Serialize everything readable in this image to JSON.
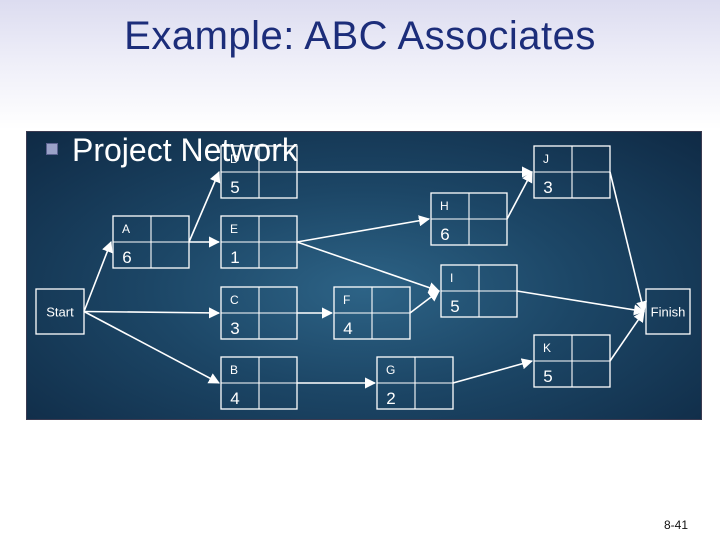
{
  "title": "Example:  ABC Associates",
  "bullet": "Project Network",
  "slide_number": "8-41",
  "colors": {
    "title": "#1c2d7a",
    "panel": "#1c4666",
    "node_border": "#ffffff",
    "arrow": "#ffffff"
  },
  "nodes": [
    {
      "id": "start",
      "label": "Start",
      "duration": ""
    },
    {
      "id": "A",
      "label": "A",
      "duration": "6"
    },
    {
      "id": "B",
      "label": "B",
      "duration": "4"
    },
    {
      "id": "C",
      "label": "C",
      "duration": "3"
    },
    {
      "id": "D",
      "label": "D",
      "duration": "5"
    },
    {
      "id": "E",
      "label": "E",
      "duration": "1"
    },
    {
      "id": "F",
      "label": "F",
      "duration": "4"
    },
    {
      "id": "G",
      "label": "G",
      "duration": "2"
    },
    {
      "id": "H",
      "label": "H",
      "duration": "6"
    },
    {
      "id": "I",
      "label": "I",
      "duration": "5"
    },
    {
      "id": "J",
      "label": "J",
      "duration": "3"
    },
    {
      "id": "K",
      "label": "K",
      "duration": "5"
    },
    {
      "id": "finish",
      "label": "Finish",
      "duration": ""
    }
  ],
  "edges": [
    [
      "start",
      "A"
    ],
    [
      "start",
      "C"
    ],
    [
      "start",
      "B"
    ],
    [
      "A",
      "D"
    ],
    [
      "A",
      "E"
    ],
    [
      "D",
      "J"
    ],
    [
      "E",
      "H"
    ],
    [
      "E",
      "I"
    ],
    [
      "C",
      "F"
    ],
    [
      "B",
      "G"
    ],
    [
      "F",
      "I"
    ],
    [
      "G",
      "K"
    ],
    [
      "H",
      "J"
    ],
    [
      "J",
      "finish"
    ],
    [
      "I",
      "finish"
    ],
    [
      "K",
      "finish"
    ]
  ]
}
